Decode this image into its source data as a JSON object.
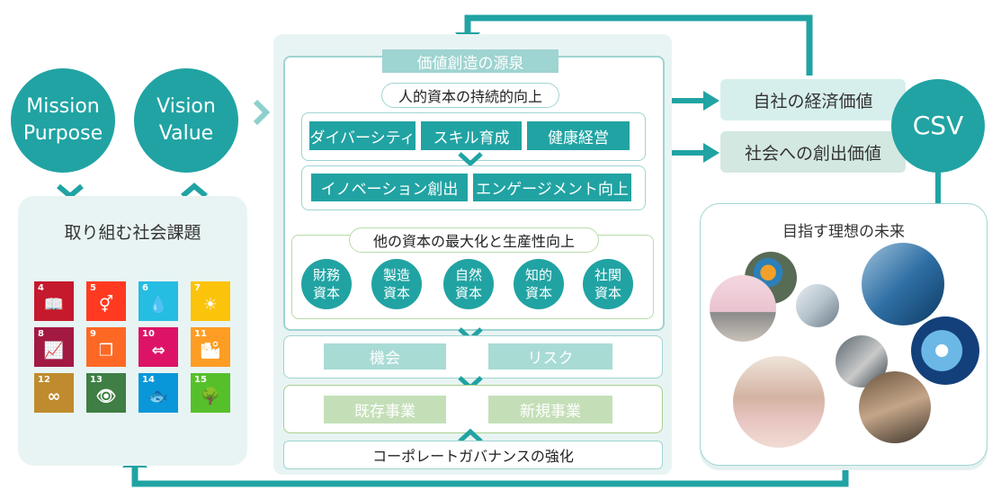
{
  "mission": {
    "line1": "Mission",
    "line2": "Purpose"
  },
  "vision": {
    "line1": "Vision",
    "line2": "Value"
  },
  "social_issues_title": "取り組む社会課題",
  "sdgs": [
    {
      "number": "4",
      "color": "#c5192d",
      "symbol": "📖"
    },
    {
      "number": "5",
      "color": "#ff3a21",
      "symbol": "⚥"
    },
    {
      "number": "6",
      "color": "#26bde2",
      "symbol": "💧"
    },
    {
      "number": "7",
      "color": "#fcc30b",
      "symbol": "☀"
    },
    {
      "number": "8",
      "color": "#a21942",
      "symbol": "📈"
    },
    {
      "number": "9",
      "color": "#fd6925",
      "symbol": "❒"
    },
    {
      "number": "10",
      "color": "#dd1367",
      "symbol": "⇔"
    },
    {
      "number": "11",
      "color": "#fd9d24",
      "symbol": "🏙"
    },
    {
      "number": "12",
      "color": "#bf8b2e",
      "symbol": "∞"
    },
    {
      "number": "13",
      "color": "#3f7e44",
      "symbol": "👁"
    },
    {
      "number": "14",
      "color": "#0a97d9",
      "symbol": "🐟"
    },
    {
      "number": "15",
      "color": "#56c02b",
      "symbol": "🌳"
    }
  ],
  "source_title": "価値創造の源泉",
  "human_capital_title": "人的資本の持続的向上",
  "human_items": [
    "ダイバーシティ",
    "スキル育成",
    "健康経営"
  ],
  "human_results": [
    "イノベーション創出",
    "エンゲージメント向上"
  ],
  "other_capital_title": "他の資本の最大化と生産性向上",
  "capitals": [
    {
      "l1": "財務",
      "l2": "資本"
    },
    {
      "l1": "製造",
      "l2": "資本"
    },
    {
      "l1": "自然",
      "l2": "資本"
    },
    {
      "l1": "知的",
      "l2": "資本"
    },
    {
      "l1": "社関",
      "l2": "資本"
    }
  ],
  "opportunity": "機会",
  "risk": "リスク",
  "existing_business": "既存事業",
  "new_business": "新規事業",
  "governance": "コーポレートガバナンスの強化",
  "economic_value": "自社の経済価値",
  "social_value": "社会への創出価値",
  "csv": "CSV",
  "future_title": "目指す理想の未来",
  "colors": {
    "teal": "#21a3a3",
    "light_teal": "#dff0ee",
    "green_box": "#c4dfb8",
    "green_border": "#a7cf8f",
    "panel": "#e8f4f3"
  }
}
